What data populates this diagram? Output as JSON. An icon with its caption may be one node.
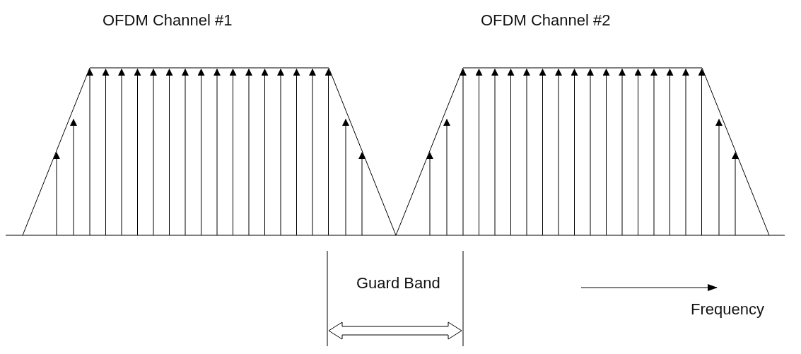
{
  "diagram": {
    "labels": [
      "OFDM Channel #1",
      "OFDM Channel #2",
      "Guard Band",
      "Frequency"
    ]
  }
}
